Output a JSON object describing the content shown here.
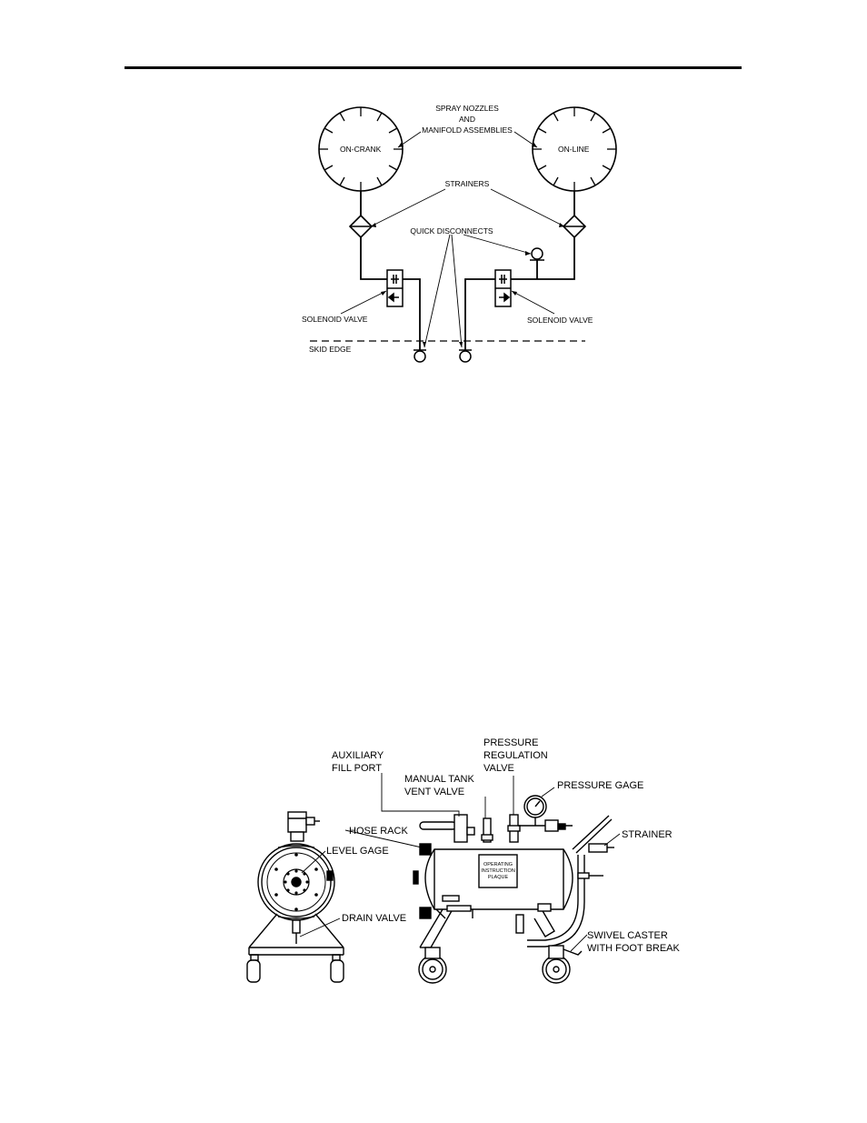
{
  "diagram1": {
    "on_crank": "ON-CRANK",
    "on_line": "ON-LINE",
    "spray_nozzles_1": "SPRAY NOZZLES",
    "spray_nozzles_2": "AND",
    "spray_nozzles_3": "MANIFOLD ASSEMBLIES",
    "strainers": "STRAINERS",
    "quick_disconnects": "QUICK DISCONNECTS",
    "solenoid_valve_left": "SOLENOID VALVE",
    "solenoid_valve_right": "SOLENOID VALVE",
    "skid_edge": "SKID EDGE"
  },
  "diagram2": {
    "auxiliary_1": "AUXILIARY",
    "auxiliary_2": "FILL PORT",
    "manual_tank_1": "MANUAL TANK",
    "manual_tank_2": "VENT VALVE",
    "pressure_reg_1": "PRESSURE",
    "pressure_reg_2": "REGULATION",
    "pressure_reg_3": "VALVE",
    "pressure_gage": "PRESSURE GAGE",
    "hose_rack": "HOSE RACK",
    "strainer": "STRAINER",
    "level_gage": "LEVEL GAGE",
    "drain_valve": "DRAIN VALVE",
    "swivel_1": "SWIVEL CASTER",
    "swivel_2": "WITH FOOT BREAK",
    "plaque_1": "OPERATING",
    "plaque_2": "INSTRUCTION",
    "plaque_3": "PLAQUE"
  }
}
